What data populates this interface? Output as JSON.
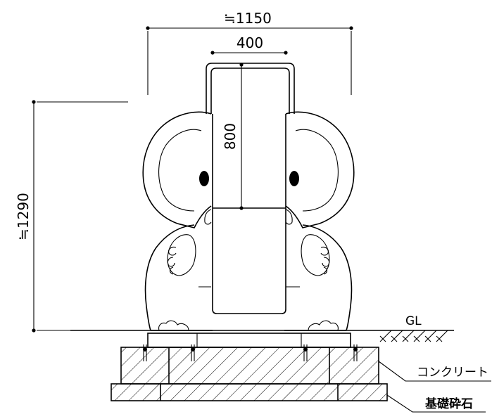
{
  "dimensions": {
    "overall_width": "≒1150",
    "slot_width": "400",
    "slot_height": "800",
    "overall_height": "≒1290"
  },
  "labels": {
    "ground_line": "GL",
    "concrete": "コンクリート",
    "crushed_stone": "基礎砕石"
  },
  "colors": {
    "line": "#000000",
    "background": "#ffffff"
  }
}
